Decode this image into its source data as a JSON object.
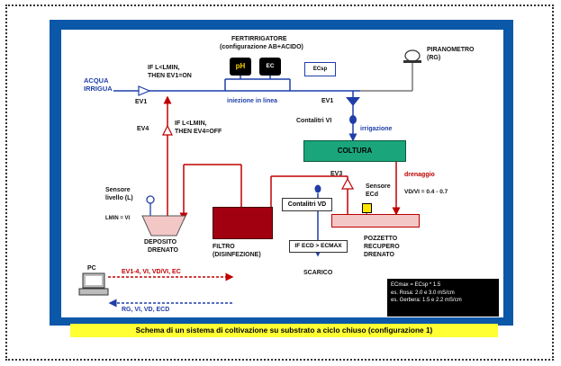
{
  "diagram": {
    "caption": "Schema di un sistema di coltivazione su substrato a ciclo chiuso (configurazione 1)",
    "fertirrigatore_title": "FERTIRRIGATORE",
    "fertirrigatore_config": "(configurazione AB+ACIDO)",
    "ph_label": "pH",
    "ec_label": "EC",
    "ec_sp_label": "ECsp",
    "iniezione_label": "iniezione in linea",
    "acqua_irrigua_1": "ACQUA",
    "acqua_irrigua_2": "IRRIGUA",
    "ev1_left": "EV1",
    "ev1_right": "EV1",
    "ev4": "EV4",
    "ev3": "EV3",
    "rule_on_1": "IF L<LMIN,",
    "rule_on_2": "THEN EV1=ON",
    "rule_off_1": "IF L<LMIN,",
    "rule_off_2": "THEN EV4=OFF",
    "piranometro_1": "PIRANOMETRO",
    "piranometro_2": "(RG)",
    "contalitri_vi": "Contalitri VI",
    "irrigazione": "irrigazione",
    "coltura": "COLTURA",
    "drenaggio": "drenaggio",
    "vd_vi": "VD/VI = 0.4 - 0.7",
    "sensore_ecd_1": "Sensore",
    "sensore_ecd_2": "ECd",
    "contalitri_vd": "Contalitri VD",
    "sensore_livello_1": "Sensore",
    "sensore_livello_2": "livello (L)",
    "lmin_vi": "LMIN = VI",
    "deposito_1": "DEPOSITO",
    "deposito_2": "DRENATO",
    "filtro_1": "FILTRO",
    "filtro_2": "(DISINFEZIONE)",
    "if_ec": "IF ECD > ECMAX",
    "scarico": "SCARICO",
    "pozzetto_1": "POZZETTO",
    "pozzetto_2": "RECUPERO",
    "pozzetto_3": "DRENATO",
    "pc": "PC",
    "pc_out": "EV1-4, VI, VD/VI, EC",
    "pc_in": "RG, VI, VD, ECD",
    "note_1": "ECmax = ECsp * 1.5",
    "note_2": "es. Rosa: 2.0 e 3.0 mS/cm",
    "note_3": "es. Gerbera: 1.5 e 2.2 mS/cm"
  },
  "colors": {
    "panel_blue": "#0b57a8",
    "line_blue": "#1f3ea8",
    "line_red": "#c00000",
    "coltura_green": "#1aa67a",
    "caption_yellow": "#ffff33"
  }
}
